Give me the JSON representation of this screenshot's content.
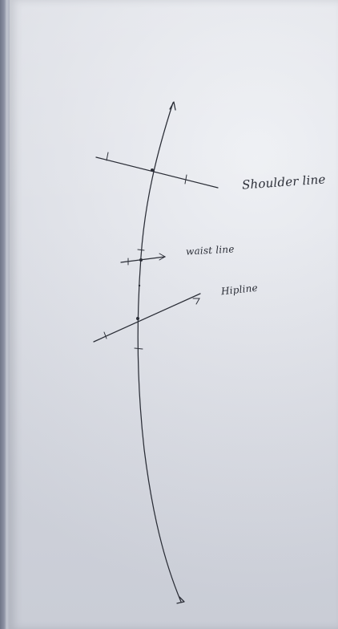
{
  "labels": {
    "shoulder": "Shoulder line",
    "waist": "waist line",
    "hip": "Hipline"
  },
  "colors": {
    "ink": "#2a2d36",
    "paper": "#e2e4ea"
  }
}
